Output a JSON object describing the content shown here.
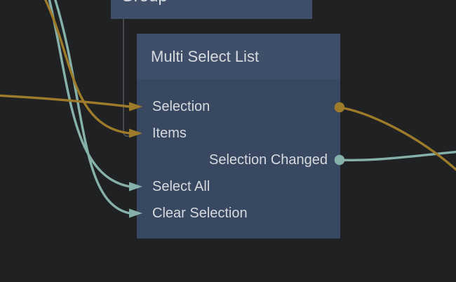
{
  "colors": {
    "background": "#202122",
    "node_header": "#3f4f6a",
    "node_body": "#394861",
    "text": "#d6dade",
    "wire_orange": "#9d7b2a",
    "wire_teal": "#86b1ab",
    "guide_line": "#55595c"
  },
  "nodes": {
    "group": {
      "title": "Group"
    },
    "multi_select_list": {
      "title": "Multi Select List",
      "ports": [
        {
          "label": "Selection",
          "direction": "input",
          "marker": "arrow-icon",
          "wire": "orange",
          "connected": true
        },
        {
          "label": "Items",
          "direction": "input",
          "marker": "arrow-icon",
          "wire": "orange",
          "connected": true
        },
        {
          "label": "Selection Changed",
          "direction": "output",
          "marker": "dot-icon",
          "wire": "teal",
          "connected": true
        },
        {
          "label": "Select All",
          "direction": "input",
          "marker": "arrow-icon",
          "wire": "teal",
          "connected": true
        },
        {
          "label": "Clear Selection",
          "direction": "input",
          "marker": "arrow-icon",
          "wire": "teal",
          "connected": true
        }
      ]
    },
    "output_dot_selection": {
      "wire": "orange"
    }
  }
}
